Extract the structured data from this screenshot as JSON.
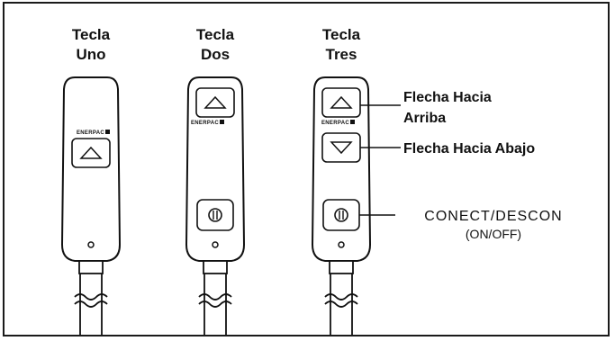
{
  "pendants": [
    {
      "title_line1": "Tecla",
      "title_line2": "Uno",
      "brand": "ENERPAC"
    },
    {
      "title_line1": "Tecla",
      "title_line2": "Dos",
      "brand": "ENERPAC"
    },
    {
      "title_line1": "Tecla",
      "title_line2": "Tres",
      "brand": "ENERPAC"
    }
  ],
  "callouts": {
    "up_line1": "Flecha Hacia",
    "up_line2": "Arriba",
    "down": "Flecha Hacia Abajo",
    "power_line1": "CONECT/DESCON",
    "power_line2": "(ON/OFF)"
  }
}
